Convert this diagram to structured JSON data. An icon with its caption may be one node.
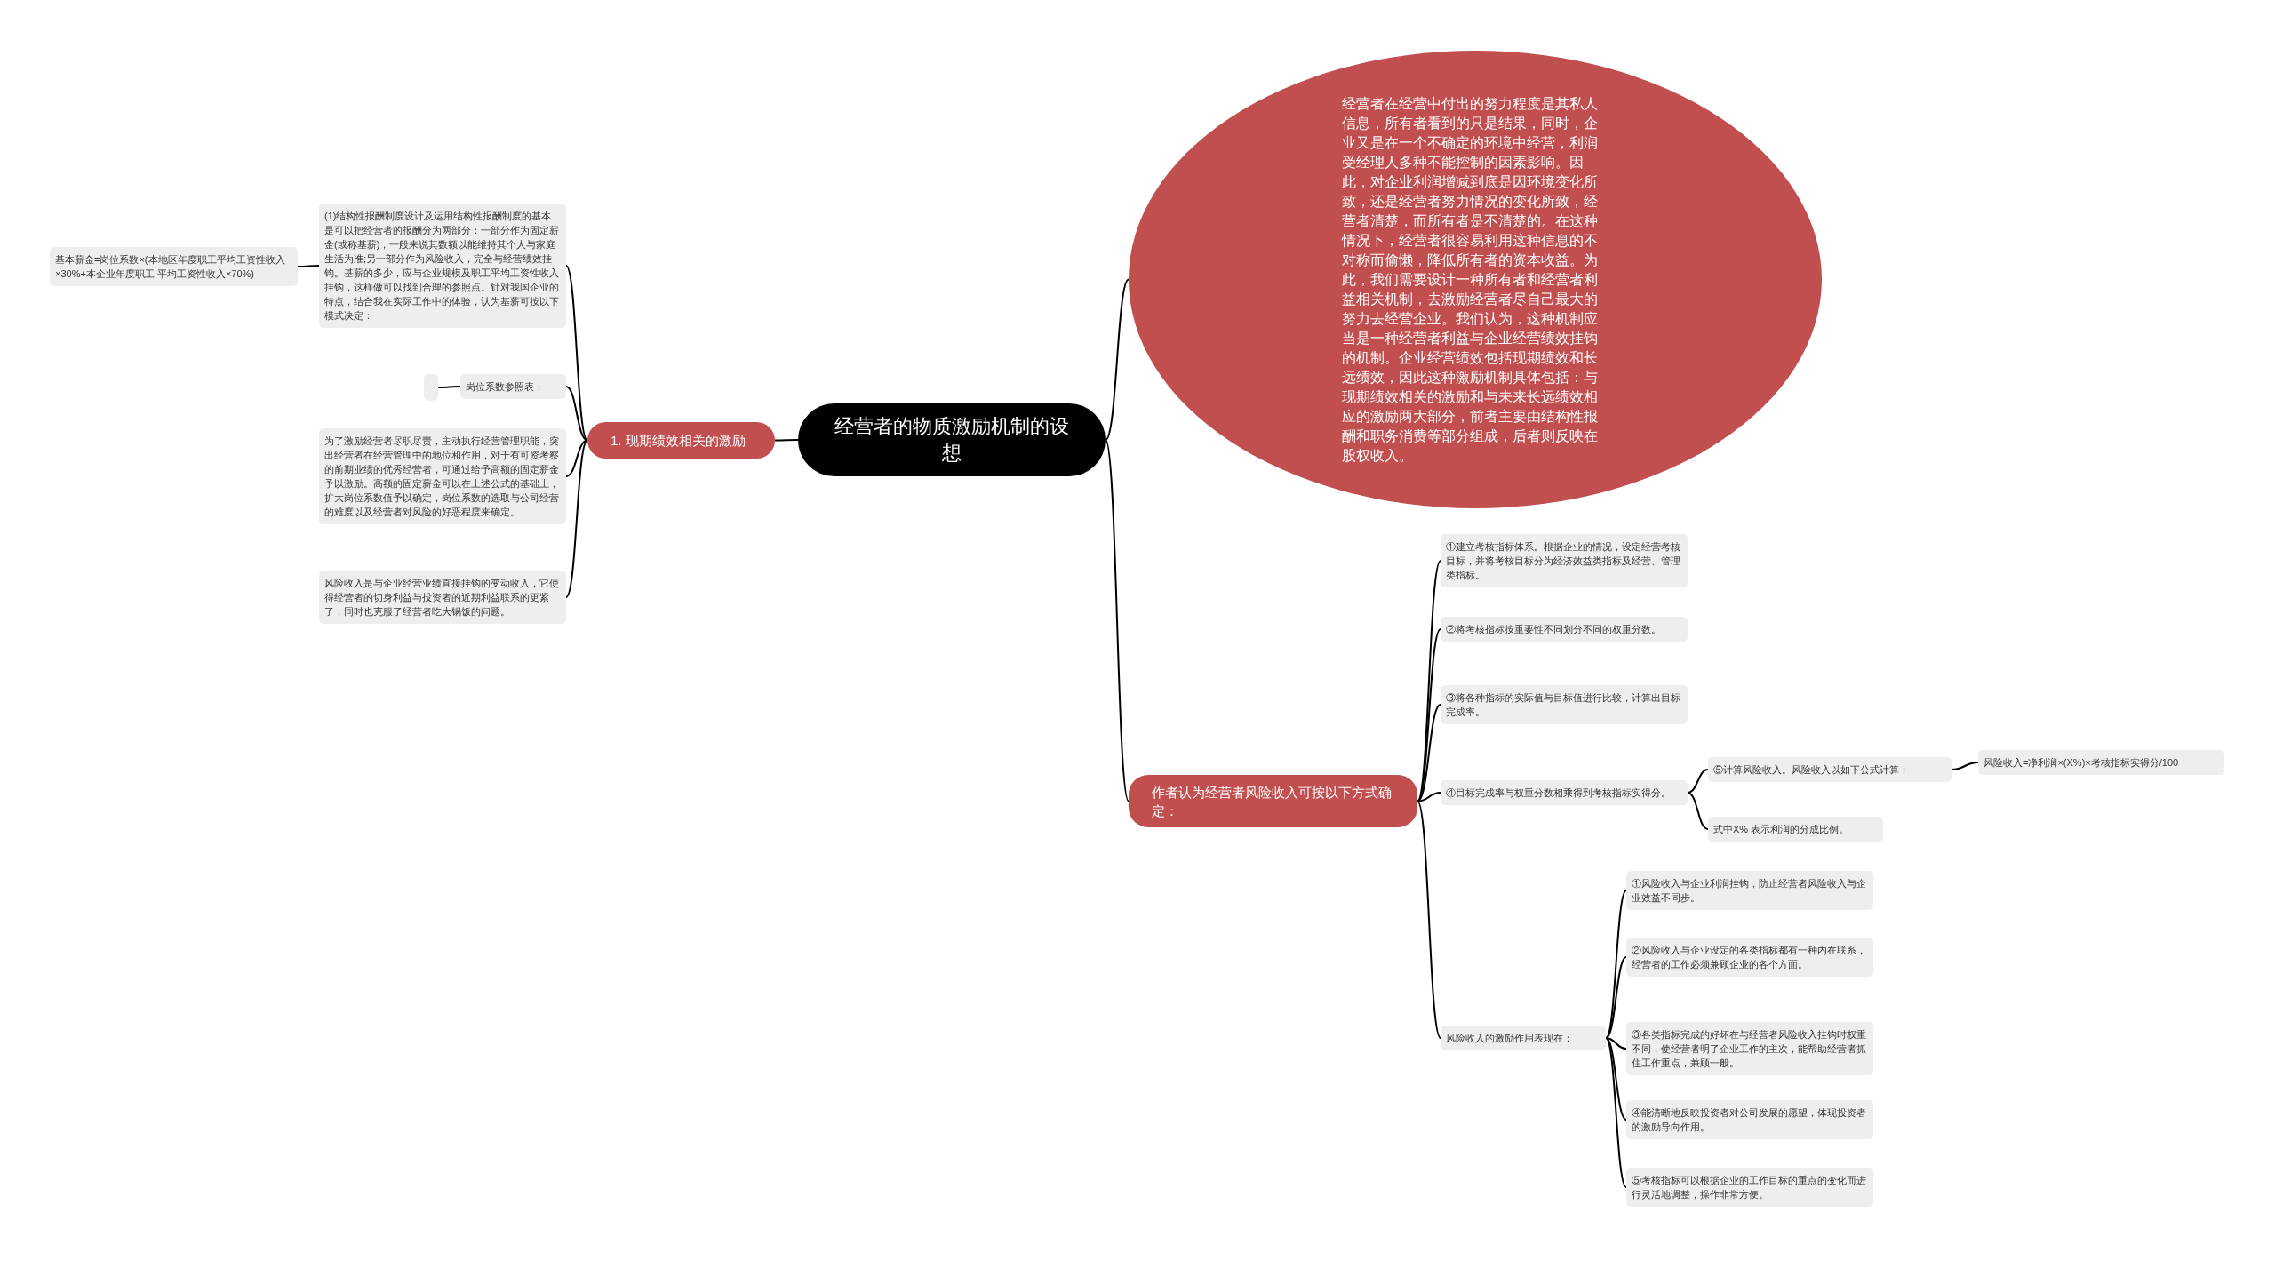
{
  "diagram": {
    "nodes": [
      {
        "text": [
          "经营者的物质激励机制的设想"
        ]
      },
      {
        "text": [
          "经营者在经营中付出的努力程度是其私人信息，所有者看到的只是结果，同时，企业又是在一个不确定的环境中经营，利润受经理人多种不能控制的因素影响。因此，对企业利润增减到底是因环境变化所致，还是经营者努力情况的变化所致，经营者清楚，而所有者是不清楚的。在这种情况下，经营者很容易利用这种信息的不对称而偷懒，降低所有者的资本收益。为此，我们需要设计一种所有者和经营者利益相关机制，去激励经营者尽自己最大的努力去经营企业。我们认为，这种机制应当是一种经营者利益与企业经营绩效挂钩的机制。企业经营绩效包括现期绩效和长远绩效，因此这种激励机制具体包括：与现期绩效相关的激励和与未来长远绩效相应的激励两大部分，前者主要由结构性报酬和职务消费等部分组成，后者则反映在股权收入。"
        ]
      },
      {
        "text": [
          "1. 现期绩效相关的激励"
        ]
      },
      {
        "text": [
          "(1)结构性报酬制度设计及运用结构性报酬制度的基本是可以把经营者的报酬分为两部分：一部分作为固定薪金(或称基薪)，一般来说其数额以能维持其个人与家庭生活为准;另一部分作为风险收入，完全与经营绩效挂钩。基薪的多少，应与企业规模及职工平均工资性收入挂钩，这样做可以找到合理的参照点。针对我国企业的特点，结合我在实际工作中的体验，认为基薪可按以下模式决定："
        ]
      },
      {
        "text": [
          "基本薪金=岗位系数×(本地区年度职工平均工资性收入×30%+本企业年度职工 平均工资性收入×70%)"
        ]
      },
      {
        "text": [
          "岗位系数参照表："
        ]
      },
      {
        "text": [],
        "shape": "box"
      },
      {
        "text": [
          "为了激励经营者尽职尽责，主动执行经营管理职能，突出经营者在经营管理中的地位和作用，对于有可资考察的前期业绩的优秀经营者，可通过给予高额的固定薪金予以激励。高额的固定薪金可以在上述公式的基础上，扩大岗位系数值予以确定，岗位系数的选取与公司经营的难度以及经营者对风险的好恶程度来确定。"
        ]
      },
      {
        "text": [
          "风险收入是与企业经营业绩直接挂钩的变动收入，它使得经营者的切身利益与投资者的近期利益联系的更紧了，同时也克服了经营者吃大锅饭的问题。"
        ]
      },
      {
        "text": [
          "作者认为经营者风险收入可按以下方式确定："
        ]
      },
      {
        "text": [
          "①建立考核指标体系。根据企业的情况，设定经营考核目标，并将考核目标分为经济效益类指标及经营、管理类指标。"
        ]
      },
      {
        "text": [
          "②将考核指标按重要性不同划分不同的权重分数。"
        ]
      },
      {
        "text": [
          "③将各种指标的实际值与目标值进行比较，计算出目标完成率。"
        ]
      },
      {
        "text": [
          "④目标完成率与权重分数相乘得到考核指标实得分。"
        ]
      },
      {
        "text": [
          "⑤计算风险收入。风险收入以如下公式计算："
        ]
      },
      {
        "text": [
          "风险收入=净利润×(X%)×考核指标实得分/100"
        ]
      },
      {
        "text": [
          "式中X% 表示利润的分成比例。"
        ]
      },
      {
        "text": [
          "风险收入的激励作用表现在："
        ]
      },
      {
        "text": [
          "①风险收入与企业利润挂钩，防止经营者风险收入与企业效益不同步。"
        ]
      },
      {
        "text": [
          "②风险收入与企业设定的各类指标都有一种内在联系，经营者的工作必须兼顾企业的各个方面。"
        ]
      },
      {
        "text": [
          "③各类指标完成的好坏在与经营者风险收入挂钩时权重不同，使经营者明了企业工作的主次，能帮助经营者抓住工作重点，兼顾一般。"
        ]
      },
      {
        "text": [
          "④能清晰地反映投资者对公司发展的愿望，体现投资者的激励导向作用。"
        ]
      },
      {
        "text": [
          "⑤考核指标可以根据企业的工作目标的重点的变化而进行灵活地调整，操作非常方便。"
        ]
      }
    ],
    "edges": [
      {
        "from": 0,
        "to": 1,
        "arrow": "none"
      },
      {
        "from": 0,
        "to": 2,
        "arrow": "none"
      },
      {
        "from": 2,
        "to": 3,
        "arrow": "none"
      },
      {
        "from": 3,
        "to": 4,
        "arrow": "none"
      },
      {
        "from": 2,
        "to": 5,
        "arrow": "none"
      },
      {
        "from": 5,
        "to": 6,
        "arrow": "none"
      },
      {
        "from": 2,
        "to": 7,
        "arrow": "none"
      },
      {
        "from": 2,
        "to": 8,
        "arrow": "none"
      },
      {
        "from": 0,
        "to": 9,
        "arrow": "none"
      },
      {
        "from": 9,
        "to": 10,
        "arrow": "none"
      },
      {
        "from": 9,
        "to": 11,
        "arrow": "none"
      },
      {
        "from": 9,
        "to": 12,
        "arrow": "none"
      },
      {
        "from": 9,
        "to": 13,
        "arrow": "none"
      },
      {
        "from": 13,
        "to": 14,
        "arrow": "none"
      },
      {
        "from": 14,
        "to": 15,
        "arrow": "none"
      },
      {
        "from": 13,
        "to": 16,
        "arrow": "none"
      },
      {
        "from": 9,
        "to": 17,
        "arrow": "none"
      },
      {
        "from": 17,
        "to": 18,
        "arrow": "none"
      },
      {
        "from": 17,
        "to": 19,
        "arrow": "none"
      },
      {
        "from": 17,
        "to": 20,
        "arrow": "none"
      },
      {
        "from": 17,
        "to": 21,
        "arrow": "none"
      },
      {
        "from": 17,
        "to": 22,
        "arrow": "none"
      }
    ]
  }
}
